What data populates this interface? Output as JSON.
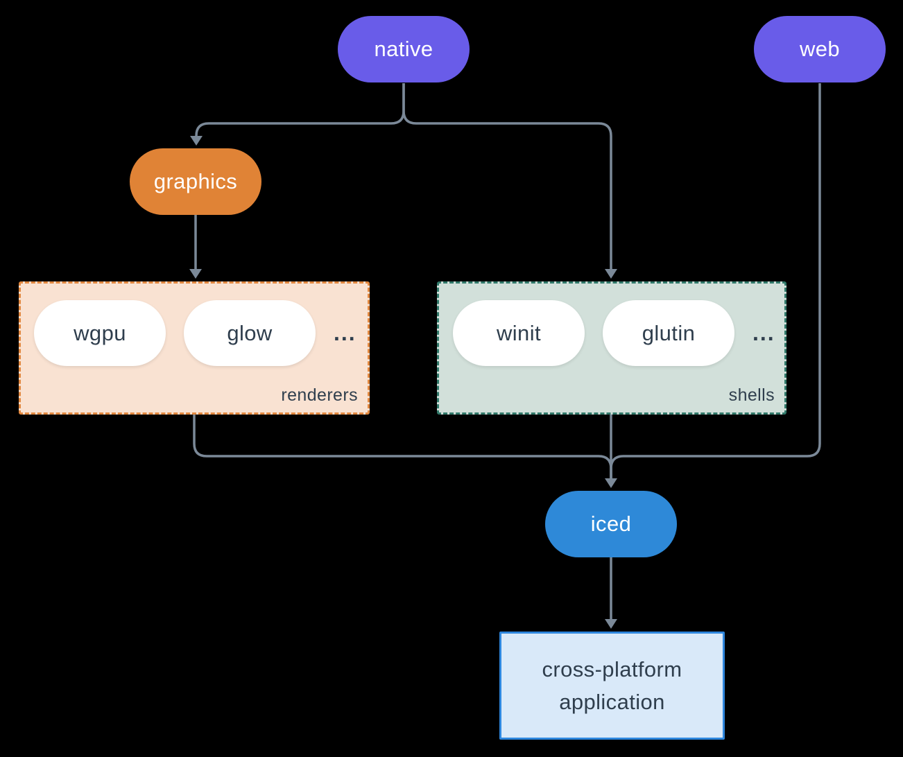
{
  "nodes": {
    "native": {
      "label": "native"
    },
    "web": {
      "label": "web"
    },
    "graphics": {
      "label": "graphics"
    },
    "iced": {
      "label": "iced"
    },
    "application": {
      "label_line1": "cross-platform",
      "label_line2": "application"
    }
  },
  "groups": {
    "renderers": {
      "label": "renderers",
      "items": [
        "wgpu",
        "glow"
      ],
      "ellipsis": "..."
    },
    "shells": {
      "label": "shells",
      "items": [
        "winit",
        "glutin"
      ],
      "ellipsis": "..."
    }
  },
  "colors": {
    "background": "#000000",
    "native_web_pill": "#695ce9",
    "graphics_pill": "#e08336",
    "iced_pill": "#2e89d8",
    "renderers_box_bg": "#f9e2d2",
    "renderers_box_border": "#e2883f",
    "shells_box_bg": "#d2e0da",
    "shells_box_border": "#31796a",
    "application_box_bg": "#d9e9f9",
    "application_box_border": "#2e86dd",
    "connector_line": "#7b8998",
    "dark_text": "#2f3e4d",
    "light_text": "#ffffff"
  }
}
